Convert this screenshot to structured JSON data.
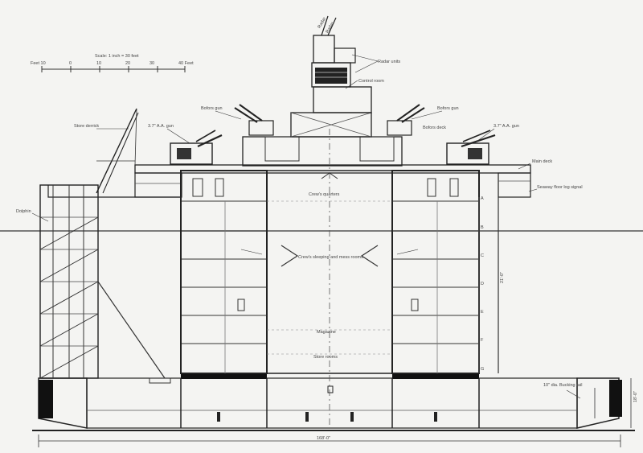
{
  "drawing": {
    "scale_bar": {
      "title": "Scale: 1 inch = 30 feet",
      "ticks": [
        "Feet 10",
        "0",
        "10",
        "20",
        "30",
        "40 Feet"
      ]
    },
    "labels": {
      "radar": "Radar",
      "radar2": "Radar",
      "radar_units": "Radar units",
      "control_room": "Control room",
      "bofors_gun_left": "Bofors gun",
      "bofors_gun_right": "Bofors gun",
      "aa_gun_left": "3.7\" A.A. gun",
      "aa_gun_right": "3.7\" A.A. gun",
      "store_derrick": "Store derrick",
      "bofors_deck": "Bofors deck",
      "main_deck": "Main deck",
      "crew_quarters": "Crew's quarters",
      "sleeping_quarters": "Crew's sleeping and mess rooms",
      "magazine": "Magazine",
      "store_rooms": "Store rooms",
      "dolphin": "Dolphin",
      "seaway_floor": "Seaway floor log signal",
      "bucking_rails": "10\" dia. Bucking rail",
      "depth_label": "18'-0\"",
      "height_label": "21'-0\"",
      "width_label": "168'-0\"",
      "deck_letters": [
        "A",
        "B",
        "C",
        "D",
        "E",
        "F",
        "G"
      ]
    }
  }
}
